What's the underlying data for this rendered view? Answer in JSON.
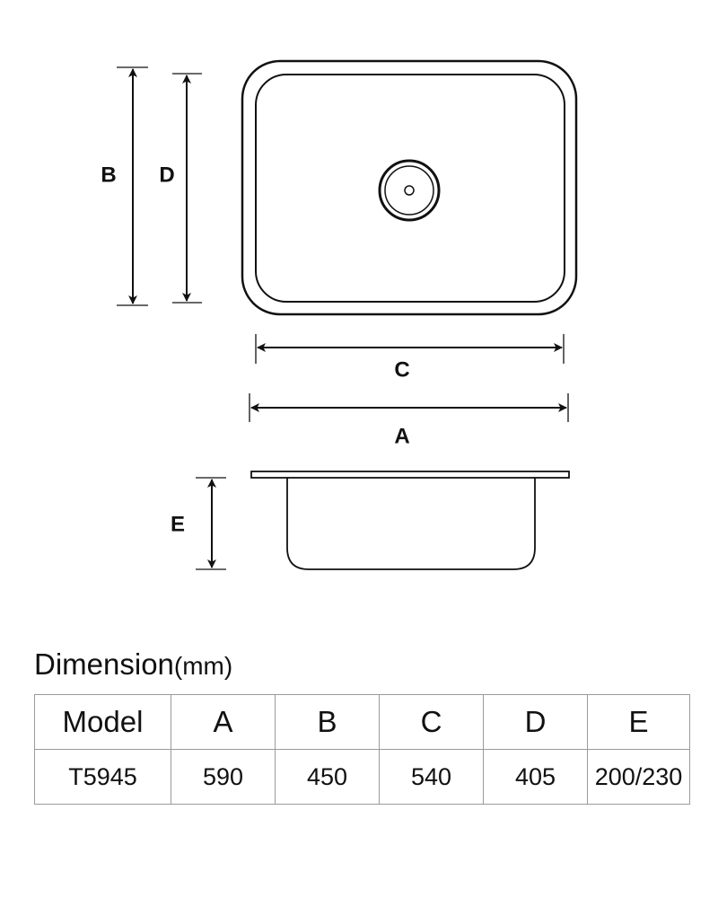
{
  "drawing": {
    "dimension_letters": {
      "a": "A",
      "b": "B",
      "c": "C",
      "d": "D",
      "e": "E"
    }
  },
  "spec": {
    "title": "Dimension",
    "unit": "(mm)",
    "headers": {
      "model": "Model",
      "a": "A",
      "b": "B",
      "c": "C",
      "d": "D",
      "e": "E"
    },
    "rows": [
      {
        "model": "T5945",
        "a": "590",
        "b": "450",
        "c": "540",
        "d": "405",
        "e": "200/230"
      }
    ]
  }
}
